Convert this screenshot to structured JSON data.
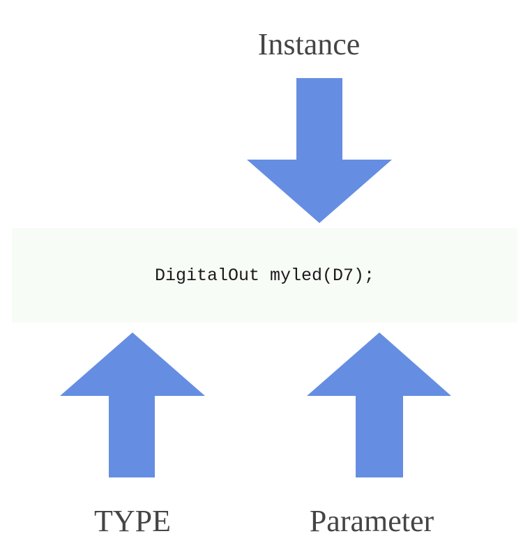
{
  "diagram": {
    "arrow_color": "#658ee2",
    "code_box_color": "#f8fcf6",
    "labels": {
      "instance": "Instance",
      "type": "TYPE",
      "parameter": "Parameter"
    },
    "code": "DigitalOut myled(D7);",
    "arrows": [
      {
        "name": "instance-arrow",
        "direction": "down",
        "points_to": "myled"
      },
      {
        "name": "type-arrow",
        "direction": "up",
        "points_to": "DigitalOut"
      },
      {
        "name": "parameter-arrow",
        "direction": "up",
        "points_to": "D7"
      }
    ]
  }
}
